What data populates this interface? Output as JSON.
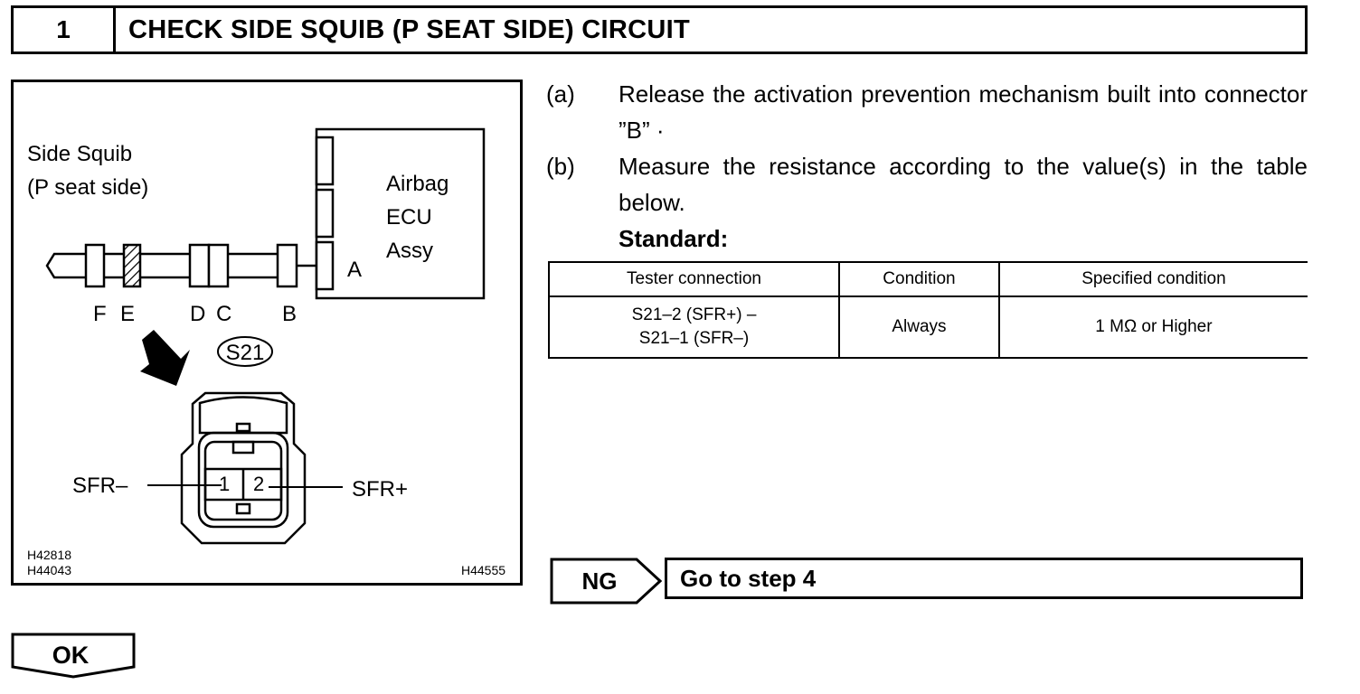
{
  "header": {
    "number": "1",
    "title": "CHECK SIDE SQUIB (P SEAT SIDE) CIRCUIT"
  },
  "diagram": {
    "component_label_line1": "Side Squib",
    "component_label_line2": "(P seat side)",
    "ecu_label_line1": "Airbag",
    "ecu_label_line2": "ECU",
    "ecu_label_line3": "Assy",
    "connector_a": "A",
    "connector_f": "F",
    "connector_e": "E",
    "connector_d": "D",
    "connector_c": "C",
    "connector_b": "B",
    "connector_id": "S21",
    "pin_1": "1",
    "pin_2": "2",
    "pin_1_label": "SFR–",
    "pin_2_label": "SFR+",
    "fig_code_1": "H42818",
    "fig_code_2": "H44043",
    "fig_code_3": "H44555"
  },
  "steps": [
    {
      "tag": "(a)",
      "text": "Release the activation prevention mechanism built into connector ”B” ·"
    },
    {
      "tag": "(b)",
      "text": "Measure the resistance according to the value(s) in the table below."
    }
  ],
  "standard_label": "Standard:",
  "table": {
    "headers": [
      "Tester connection",
      "Condition",
      "Specified condition"
    ],
    "rows": [
      {
        "connection_line1": "S21–2 (SFR+) –",
        "connection_line2": "S21–1 (SFR–)",
        "condition": "Always",
        "specified": "1 MΩ or Higher"
      }
    ]
  },
  "ng_label": "NG",
  "ng_action": "Go to step 4",
  "ok_label": "OK"
}
